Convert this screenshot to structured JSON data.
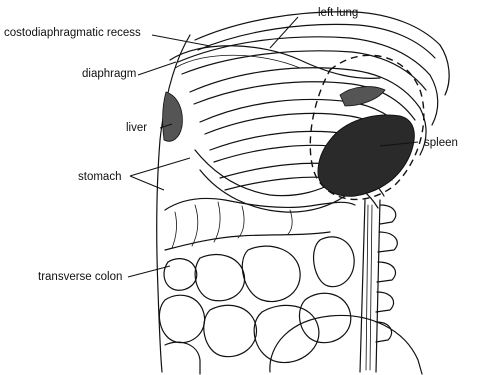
{
  "labels": {
    "left_lung": "left lung",
    "costodiaphragmatic_recess": "costodiaphragmatic recess",
    "diaphragm": "diaphragm",
    "liver": "liver",
    "stomach": "stomach",
    "spleen": "spleen",
    "transverse_colon": "transverse colon"
  },
  "colors": {
    "ink": "#111111",
    "organ_shading": "#2a2a2a",
    "background": "#ffffff"
  }
}
